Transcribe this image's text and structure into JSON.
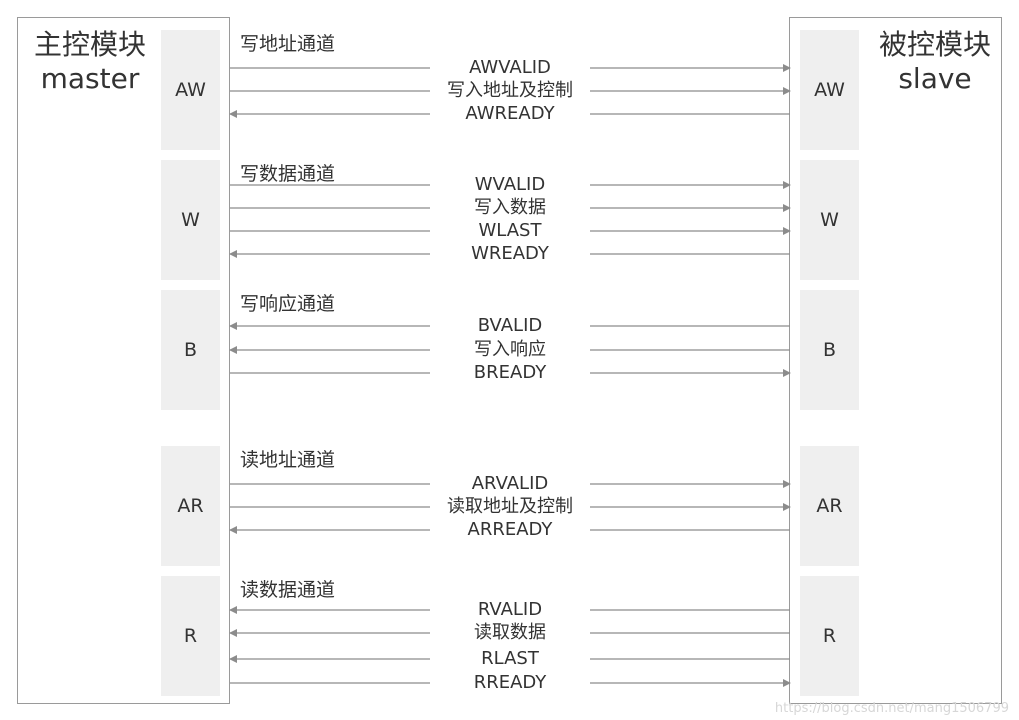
{
  "master": {
    "title_cn": "主控模块",
    "title_en": "master"
  },
  "slave": {
    "title_cn": "被控模块",
    "title_en": "slave"
  },
  "channels": [
    {
      "id": "aw",
      "label": "AW",
      "name": "写地址通道",
      "signals": [
        {
          "label": "AWVALID",
          "dir": "m2s"
        },
        {
          "label": "写入地址及控制",
          "dir": "m2s"
        },
        {
          "label": "AWREADY",
          "dir": "s2m"
        }
      ]
    },
    {
      "id": "w",
      "label": "W",
      "name": "写数据通道",
      "signals": [
        {
          "label": "WVALID",
          "dir": "m2s"
        },
        {
          "label": "写入数据",
          "dir": "m2s"
        },
        {
          "label": "WLAST",
          "dir": "m2s"
        },
        {
          "label": "WREADY",
          "dir": "s2m"
        }
      ]
    },
    {
      "id": "b",
      "label": "B",
      "name": "写响应通道",
      "signals": [
        {
          "label": "BVALID",
          "dir": "s2m"
        },
        {
          "label": "写入响应",
          "dir": "s2m"
        },
        {
          "label": "BREADY",
          "dir": "m2s"
        }
      ]
    },
    {
      "id": "ar",
      "label": "AR",
      "name": "读地址通道",
      "signals": [
        {
          "label": "ARVALID",
          "dir": "m2s"
        },
        {
          "label": "读取地址及控制",
          "dir": "m2s"
        },
        {
          "label": "ARREADY",
          "dir": "s2m"
        }
      ]
    },
    {
      "id": "r",
      "label": "R",
      "name": "读数据通道",
      "signals": [
        {
          "label": "RVALID",
          "dir": "s2m"
        },
        {
          "label": "读取数据",
          "dir": "s2m"
        },
        {
          "label": "RLAST",
          "dir": "s2m"
        },
        {
          "label": "RREADY",
          "dir": "m2s"
        }
      ]
    }
  ],
  "watermark": "https://blog.csdn.net/mang1506799",
  "colors": {
    "box_fill": "#efefef",
    "line": "#8c8c8c",
    "border": "#9a9a9a",
    "text": "#333333"
  }
}
